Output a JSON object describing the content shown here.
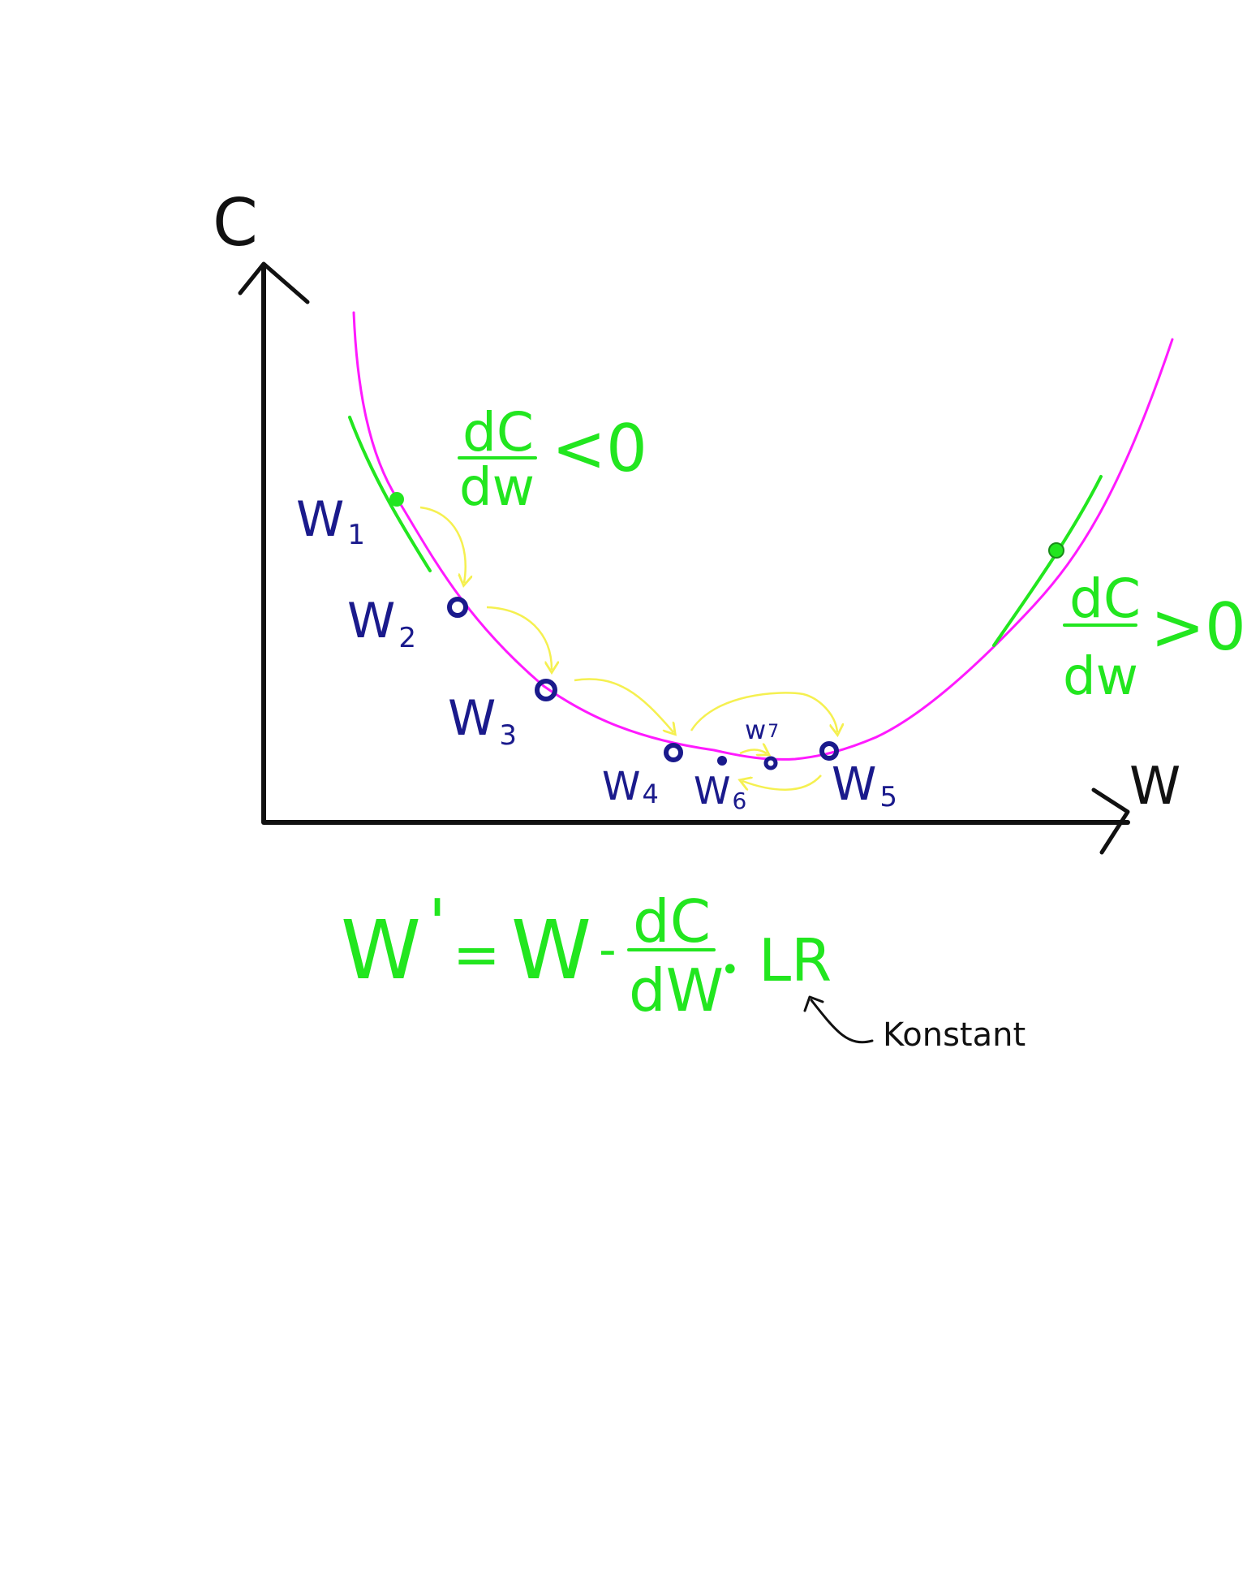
{
  "colors": {
    "axis": "#111111",
    "curve": "#ff1aff",
    "tangent": "#22e61f",
    "points": "#1a1a8c",
    "arrows": "#f5f050",
    "formula": "#22e61f",
    "note": "#111111",
    "background": "#ffffff"
  },
  "axes": {
    "y_label": "C",
    "x_label": "W"
  },
  "points": [
    {
      "id": "w1",
      "label": "W",
      "sub": "1"
    },
    {
      "id": "w2",
      "label": "W",
      "sub": "2"
    },
    {
      "id": "w3",
      "label": "W",
      "sub": "3"
    },
    {
      "id": "w4",
      "label": "W",
      "sub": "4"
    },
    {
      "id": "w5",
      "label": "W",
      "sub": "5"
    },
    {
      "id": "w6",
      "label": "W",
      "sub": "6"
    },
    {
      "id": "w7",
      "label": "w",
      "sub": "7"
    }
  ],
  "derivatives": {
    "left": {
      "num": "dC",
      "den": "dw",
      "rel": "<0"
    },
    "right": {
      "num": "dC",
      "den": "dw",
      "rel": ">0"
    }
  },
  "formula": {
    "lhs": "W",
    "prime": "'",
    "eq": "=",
    "w": "W",
    "minus": "-",
    "num": "dC",
    "den": "dW",
    "dot": "•",
    "lr": "LR"
  },
  "note": {
    "text": "Konstant"
  }
}
